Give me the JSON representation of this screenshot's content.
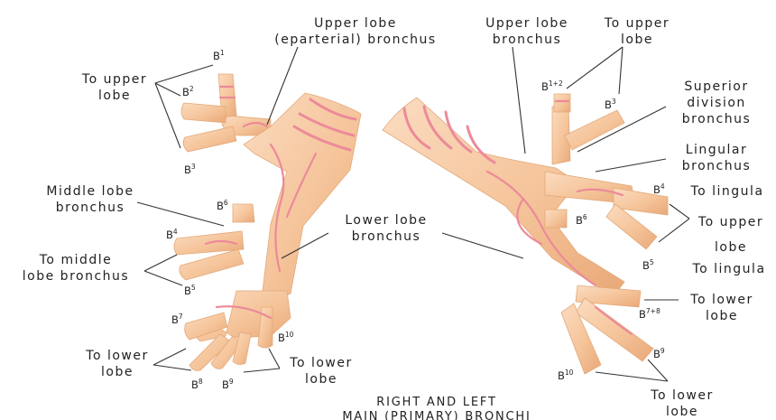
{
  "title": {
    "line1": "RIGHT AND LEFT",
    "line2": "MAIN (PRIMARY) BRONCHI"
  },
  "right_bronchus": {
    "upper_lobe_bronchus": [
      "Upper lobe",
      "(eparterial) bronchus"
    ],
    "to_upper_lobe": [
      "To upper",
      "lobe"
    ],
    "middle_lobe_bronchus": [
      "Middle lobe",
      "bronchus"
    ],
    "to_middle_lobe_bronchus": [
      "To middle",
      "lobe bronchus"
    ],
    "lower_lobe_bronchus": [
      "Lower lobe",
      "bronchus"
    ],
    "to_lower_lobe_left": [
      "To lower",
      "lobe"
    ],
    "to_lower_lobe_right": [
      "To lower",
      "lobe"
    ],
    "segments": {
      "b1": {
        "base": "B",
        "sup": "1"
      },
      "b2": {
        "base": "B",
        "sup": "2"
      },
      "b3": {
        "base": "B",
        "sup": "3"
      },
      "b4": {
        "base": "B",
        "sup": "4"
      },
      "b5": {
        "base": "B",
        "sup": "5"
      },
      "b6": {
        "base": "B",
        "sup": "6"
      },
      "b7": {
        "base": "B",
        "sup": "7"
      },
      "b8": {
        "base": "B",
        "sup": "8"
      },
      "b9": {
        "base": "B",
        "sup": "9"
      },
      "b10": {
        "base": "B",
        "sup": "10"
      }
    }
  },
  "left_bronchus": {
    "upper_lobe_bronchus": [
      "Upper lobe",
      "bronchus"
    ],
    "to_upper_lobe_top": [
      "To upper",
      "lobe"
    ],
    "superior_division_bronchus": [
      "Superior",
      "division",
      "bronchus"
    ],
    "lingular_bronchus": [
      "Lingular",
      "bronchus"
    ],
    "to_lingula_1": "To lingula",
    "to_upper_lobe_mid": [
      "To upper",
      "lobe"
    ],
    "to_lingula_2": "To lingula",
    "to_lower_lobe_mid": [
      "To lower",
      "lobe"
    ],
    "to_lower_lobe_bottom": [
      "To lower",
      "lobe"
    ],
    "segments": {
      "b1_2": {
        "base": "B",
        "sup": "1+2"
      },
      "b3": {
        "base": "B",
        "sup": "3"
      },
      "b4": {
        "base": "B",
        "sup": "4"
      },
      "b5": {
        "base": "B",
        "sup": "5"
      },
      "b6": {
        "base": "B",
        "sup": "6"
      },
      "b7_8": {
        "base": "B",
        "sup": "7+8"
      },
      "b9": {
        "base": "B",
        "sup": "9"
      },
      "b10": {
        "base": "B",
        "sup": "10"
      }
    }
  },
  "colors": {
    "tube_light": "#fbdcc0",
    "tube_mid": "#f5c49a",
    "tube_dark": "#e9a878",
    "vein": "#ec8a9a",
    "leader_line": "#333333"
  }
}
